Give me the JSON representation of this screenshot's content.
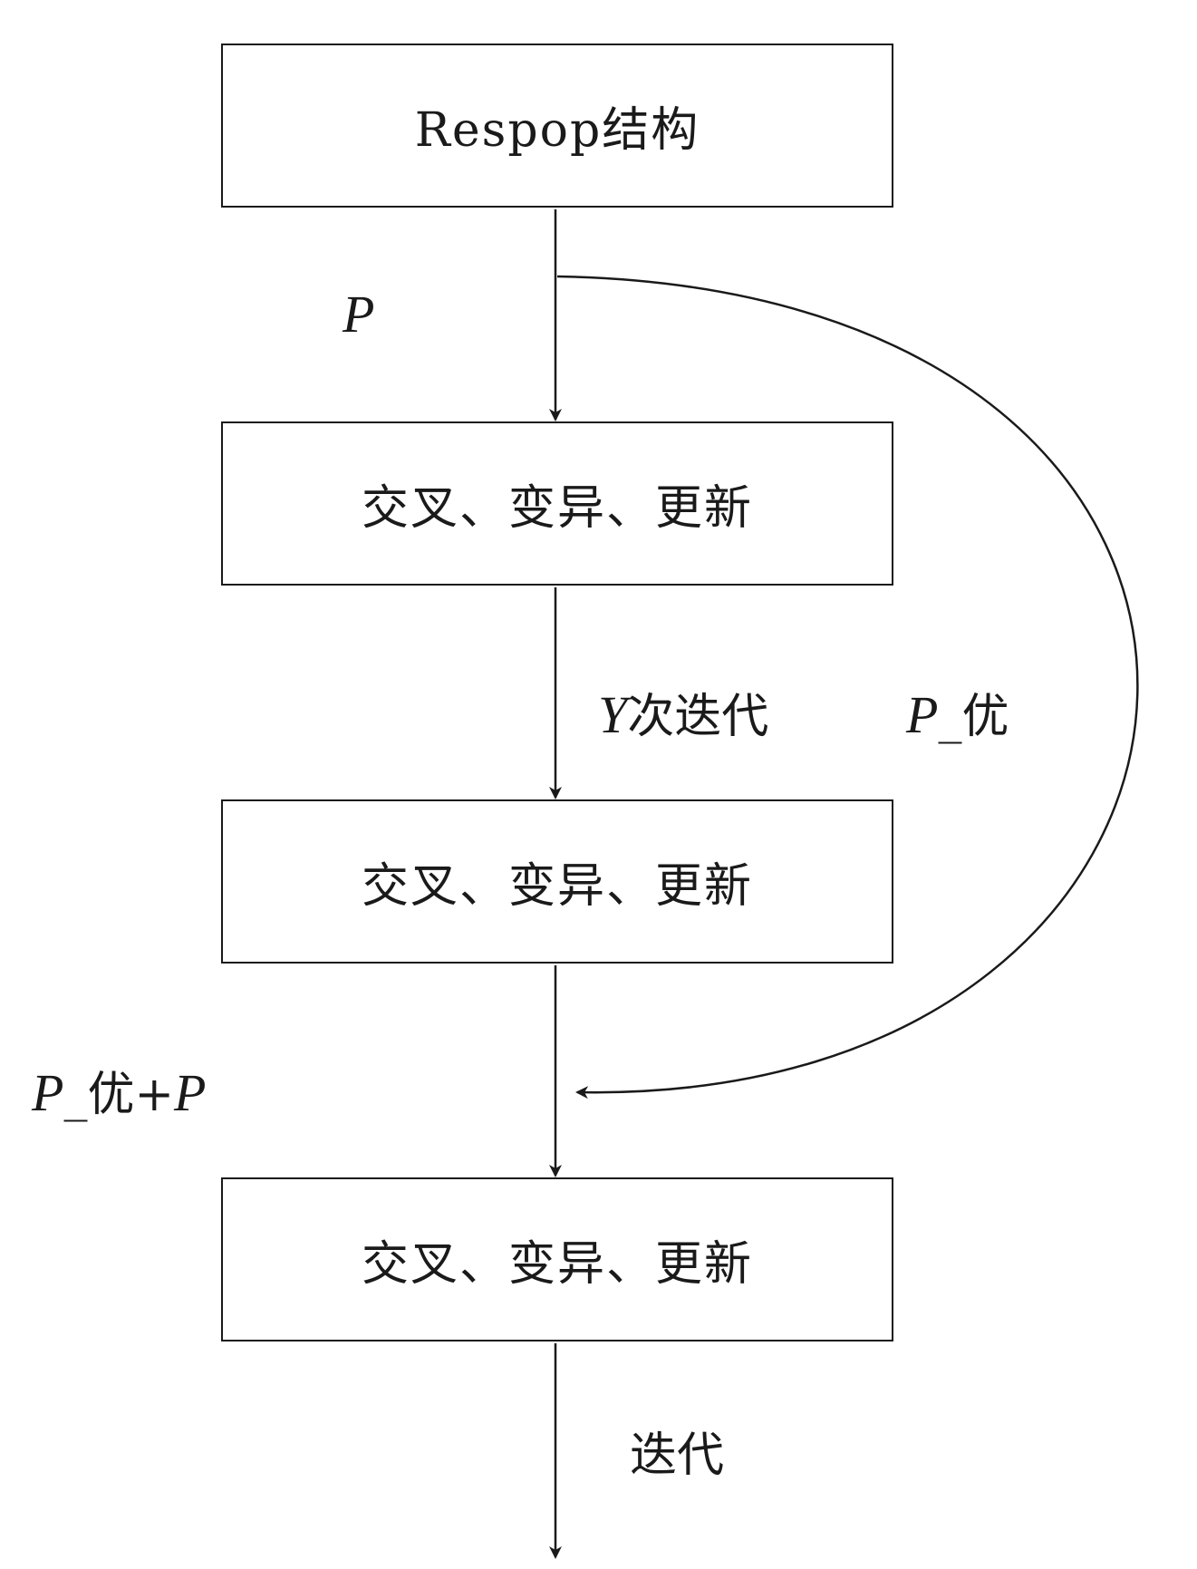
{
  "diagram": {
    "boxes": {
      "b1": "Respop结构",
      "b2": "交叉、变异、更新",
      "b3": "交叉、变异、更新",
      "b4": "交叉、变异、更新"
    },
    "labels": {
      "p": "P",
      "y_var": "Y",
      "y_text": "次迭代",
      "pbest_var": "P",
      "pbest_text": "_优",
      "merge_var1": "P",
      "merge_text": "_优+",
      "merge_var2": "P",
      "iterate": "迭代"
    }
  }
}
